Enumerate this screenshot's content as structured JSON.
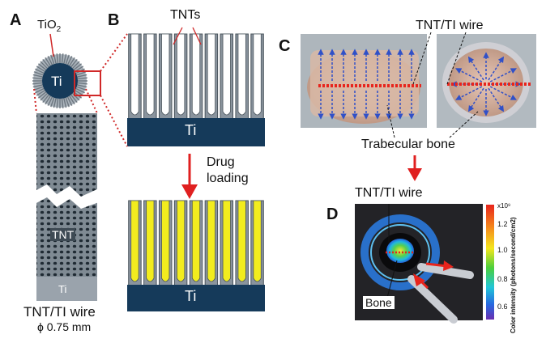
{
  "panels": {
    "a": {
      "label": "A",
      "oxide_label": "TiO",
      "oxide_subscript": "2",
      "core_label": "Ti",
      "tube_label": "TNT",
      "base_label": "Ti",
      "wire_name": "TNT/TI wire",
      "diameter": "ϕ 0.75 mm"
    },
    "b": {
      "label": "B",
      "tubes_label": "TNTs",
      "substrate_label": "Ti",
      "step_line1": "Drug",
      "step_line2": "loading",
      "loaded_substrate_label": "Ti"
    },
    "c": {
      "label": "C",
      "wire_label": "TNT/TI wire",
      "bone_label": "Trabecular bone"
    },
    "d": {
      "label": "D",
      "wire_label": "TNT/TI wire",
      "bone_label": "Bone",
      "colorbar": {
        "title": "Color intensity (photons/second/cm2)",
        "exponent": "x10⁹",
        "ticks": [
          "1.2",
          "1.0",
          "0.8",
          "0.6"
        ]
      }
    }
  },
  "colors": {
    "titanium": "#153a5a",
    "oxide": "#8a949e",
    "drug": "#f2ec1e",
    "arrow": "#e02020",
    "dotted_outline": "#d02828"
  }
}
